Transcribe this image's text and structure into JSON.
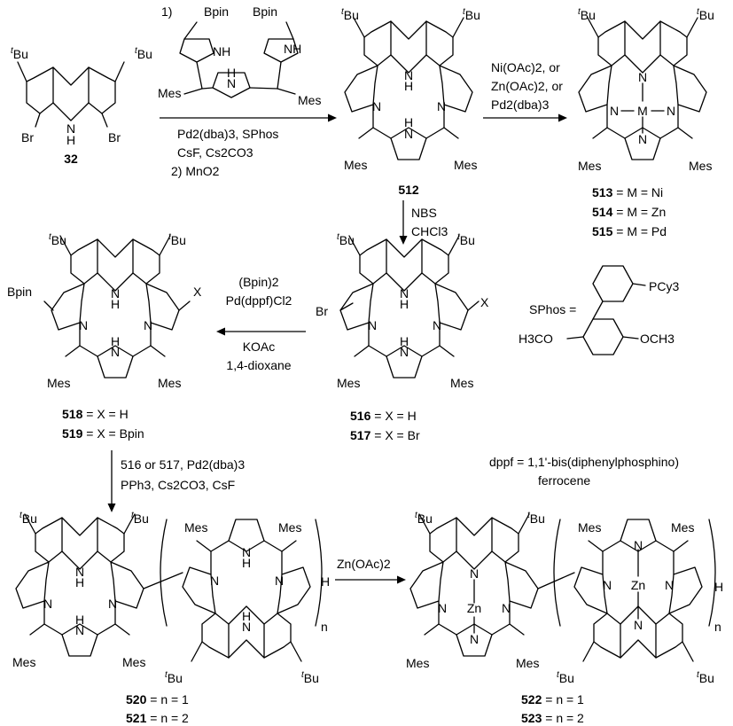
{
  "compounds": {
    "c32": "32",
    "c512": "512",
    "c513": {
      "num": "513",
      "text": " = M = Ni"
    },
    "c514": {
      "num": "514",
      "text": " = M = Zn"
    },
    "c515": {
      "num": "515",
      "text": " = M = Pd"
    },
    "c516": {
      "num": "516",
      "text": " = X = H"
    },
    "c517": {
      "num": "517",
      "text": " = X = Br"
    },
    "c518": {
      "num": "518",
      "text": " = X = H"
    },
    "c519": {
      "num": "519",
      "text": " = X = Bpin"
    },
    "c520": {
      "num": "520",
      "text": " = n = 1"
    },
    "c521": {
      "num": "521",
      "text": " = n = 2"
    },
    "c522": {
      "num": "522",
      "text": " = n = 1"
    },
    "c523": {
      "num": "523",
      "text": " = n = 2"
    }
  },
  "groups": {
    "tbu_sup": "t",
    "tbu_base": "Bu",
    "br": "Br",
    "nh": "NH",
    "h_upper": "H",
    "n": "N",
    "mes": "Mes",
    "bpin": "Bpin",
    "x": "X",
    "m": "M",
    "zn": "Zn",
    "pcy3": "PCy3",
    "h3co": "H3CO",
    "och3": "OCH3",
    "paren_n": "n",
    "end_h": "H"
  },
  "conditions": {
    "step1_num": "1)",
    "step1_reagent1": "Pd2(dba)3, SPhos",
    "step1_reagent2": "CsF,  Cs2CO3",
    "step2": "2) MnO2",
    "metal_1": "Ni(OAc)2, or",
    "metal_2": "Zn(OAc)2, or",
    "metal_3": "Pd2(dba)3",
    "nbs_1": "NBS",
    "nbs_2": "CHCl3",
    "boryl_1": "(Bpin)2",
    "boryl_2": "Pd(dppf)Cl2",
    "boryl_3": "KOAc",
    "boryl_4": "1,4-dioxane",
    "coupling_1": "516 or 517, Pd2(dba)3",
    "coupling_2": "PPh3, Cs2CO3, CsF",
    "zinc": "Zn(OAc)2"
  },
  "definitions": {
    "sphos": "SPhos =",
    "dppf_1": "dppf = 1,1'-bis(diphenylphosphino)",
    "dppf_2": "ferrocene"
  }
}
